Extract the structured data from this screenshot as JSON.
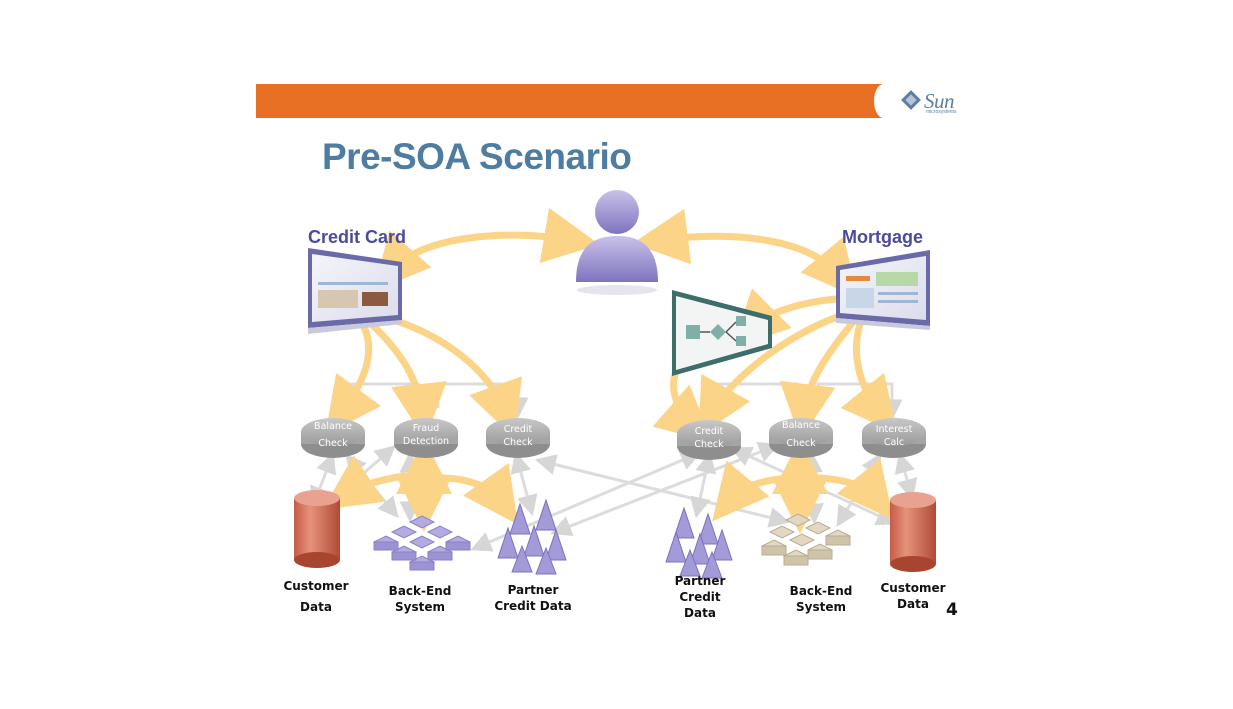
{
  "slide": {
    "title": "Pre-SOA Scenario",
    "page_number": "4",
    "logo": {
      "text": "Sun",
      "subtext": "microsystems"
    },
    "colors": {
      "accent_bar": "#E87024",
      "title": "#4E7DA1",
      "section": "#4B4B9C",
      "arrow": "#FBD488",
      "link": "#D9D9D9"
    }
  },
  "left": {
    "heading": "Credit Card",
    "services": [
      {
        "line1": "Balance",
        "line2": "Check"
      },
      {
        "line1": "Fraud",
        "line2": "Detection"
      },
      {
        "line1": "Credit",
        "line2": "Check"
      }
    ],
    "resources": [
      {
        "line1": "Customer",
        "line2": "Data"
      },
      {
        "line1": "Back-End",
        "line2": "System"
      },
      {
        "line1": "Partner",
        "line2": "Credit Data"
      }
    ]
  },
  "right": {
    "heading": "Mortgage",
    "services": [
      {
        "line1": "Credit",
        "line2": "Check"
      },
      {
        "line1": "Balance",
        "line2": "Check"
      },
      {
        "line1": "Interest",
        "line2": "Calc"
      }
    ],
    "resources": [
      {
        "line1": "Partner",
        "line2": "Credit",
        "line3": "Data"
      },
      {
        "line1": "Back-End",
        "line2": "System"
      },
      {
        "line1": "Customer",
        "line2": "Data"
      }
    ]
  }
}
